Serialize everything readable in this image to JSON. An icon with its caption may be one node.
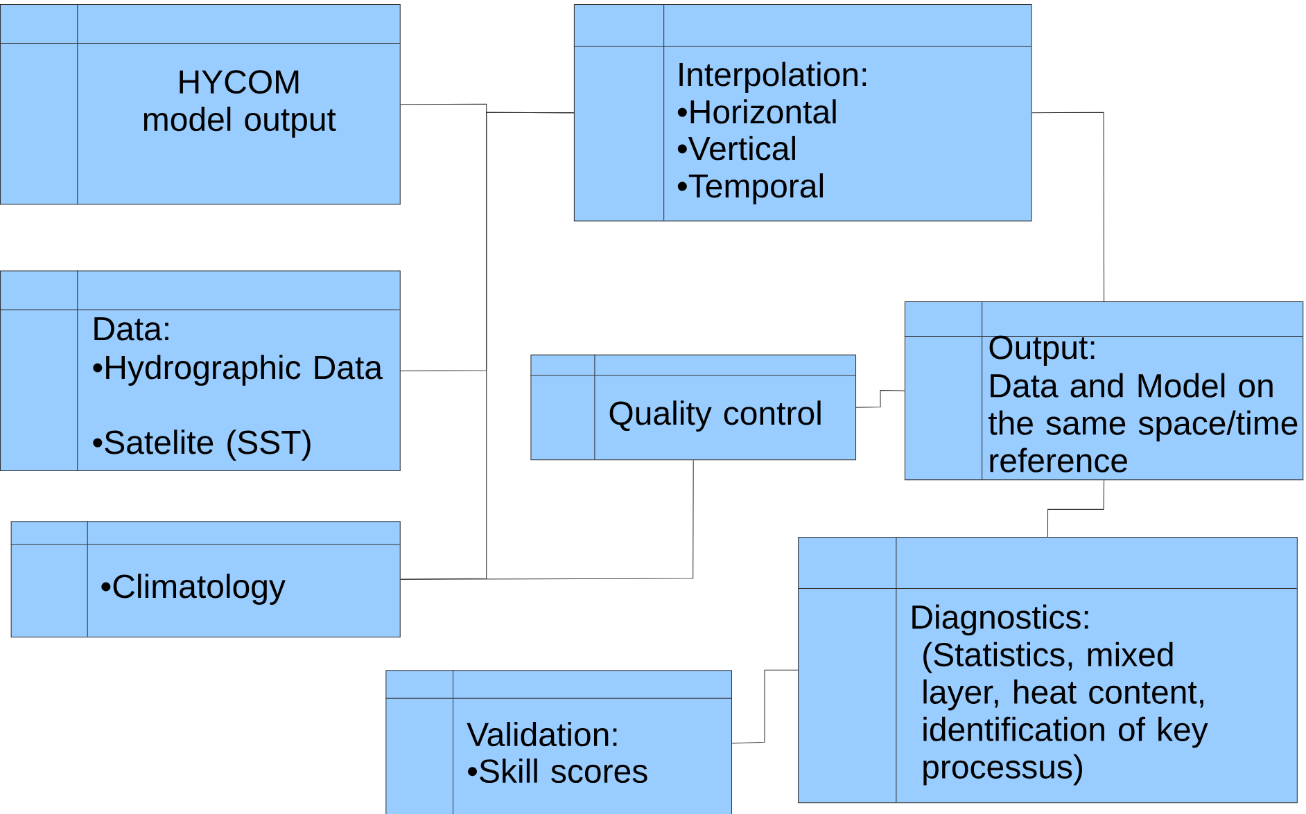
{
  "diagram": {
    "nodes": [
      {
        "text": [
          "HYCOM model output"
        ]
      },
      {
        "text": [
          "Data:",
          "•Hydrographic Data",
          "•Satelite (SST)"
        ]
      },
      {
        "text": [
          "•Climatology"
        ]
      },
      {
        "text": [
          "Interpolation:",
          "•Horizontal",
          "•Vertical",
          "•Temporal"
        ]
      },
      {
        "text": [
          "Quality control"
        ]
      },
      {
        "text": [
          "Output:",
          "Data and Model on the same space/time reference"
        ]
      },
      {
        "text": [
          "Diagnostics:",
          "(Statistics, mixed layer, heat content, identification of key processus)"
        ]
      },
      {
        "text": [
          "Validation:",
          "•Skill scores"
        ]
      }
    ],
    "edges": [
      {
        "from": 0,
        "to": 3,
        "arrow": "none"
      },
      {
        "from": 1,
        "to": 3,
        "arrow": "none"
      },
      {
        "from": 2,
        "to": 3,
        "arrow": "none"
      },
      {
        "from": 2,
        "to": 4,
        "arrow": "none"
      },
      {
        "from": 3,
        "to": 5,
        "arrow": "none"
      },
      {
        "from": 4,
        "to": 5,
        "arrow": "none"
      },
      {
        "from": 5,
        "to": 6,
        "arrow": "none"
      },
      {
        "from": 7,
        "to": 6,
        "arrow": "none"
      }
    ]
  }
}
